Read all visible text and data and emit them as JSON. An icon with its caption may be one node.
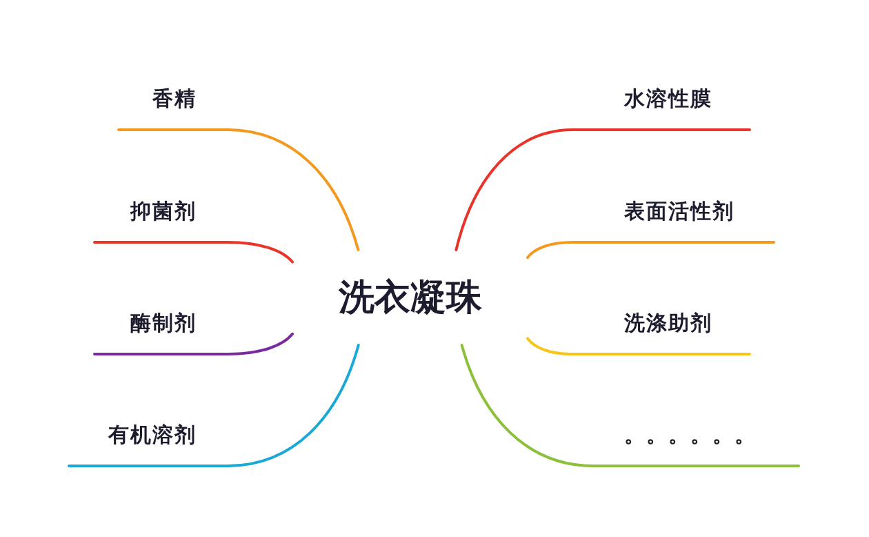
{
  "diagram": {
    "nodes": [
      {
        "text": [
          "洗衣凝珠"
        ]
      },
      {
        "text": [
          "香精"
        ]
      },
      {
        "text": [
          "抑菌剂"
        ]
      },
      {
        "text": [
          "酶制剂"
        ]
      },
      {
        "text": [
          "有机溶剂"
        ]
      },
      {
        "text": [
          "水溶性膜"
        ]
      },
      {
        "text": [
          "表面活性剂"
        ]
      },
      {
        "text": [
          "洗涤助剂"
        ]
      },
      {
        "text": [
          "。。。。。。"
        ]
      }
    ],
    "edges": [
      {
        "from": 0,
        "to": 1,
        "arrow": "none",
        "color": "#f39a1e"
      },
      {
        "from": 0,
        "to": 2,
        "arrow": "none",
        "color": "#e8342a"
      },
      {
        "from": 0,
        "to": 3,
        "arrow": "none",
        "color": "#7b2c9c"
      },
      {
        "from": 0,
        "to": 4,
        "arrow": "none",
        "color": "#1aa9d6"
      },
      {
        "from": 0,
        "to": 5,
        "arrow": "none",
        "color": "#e8342a"
      },
      {
        "from": 0,
        "to": 6,
        "arrow": "none",
        "color": "#f39a1e"
      },
      {
        "from": 0,
        "to": 7,
        "arrow": "none",
        "color": "#f5c518"
      },
      {
        "from": 0,
        "to": 8,
        "arrow": "none",
        "color": "#8cbf3a"
      }
    ]
  }
}
